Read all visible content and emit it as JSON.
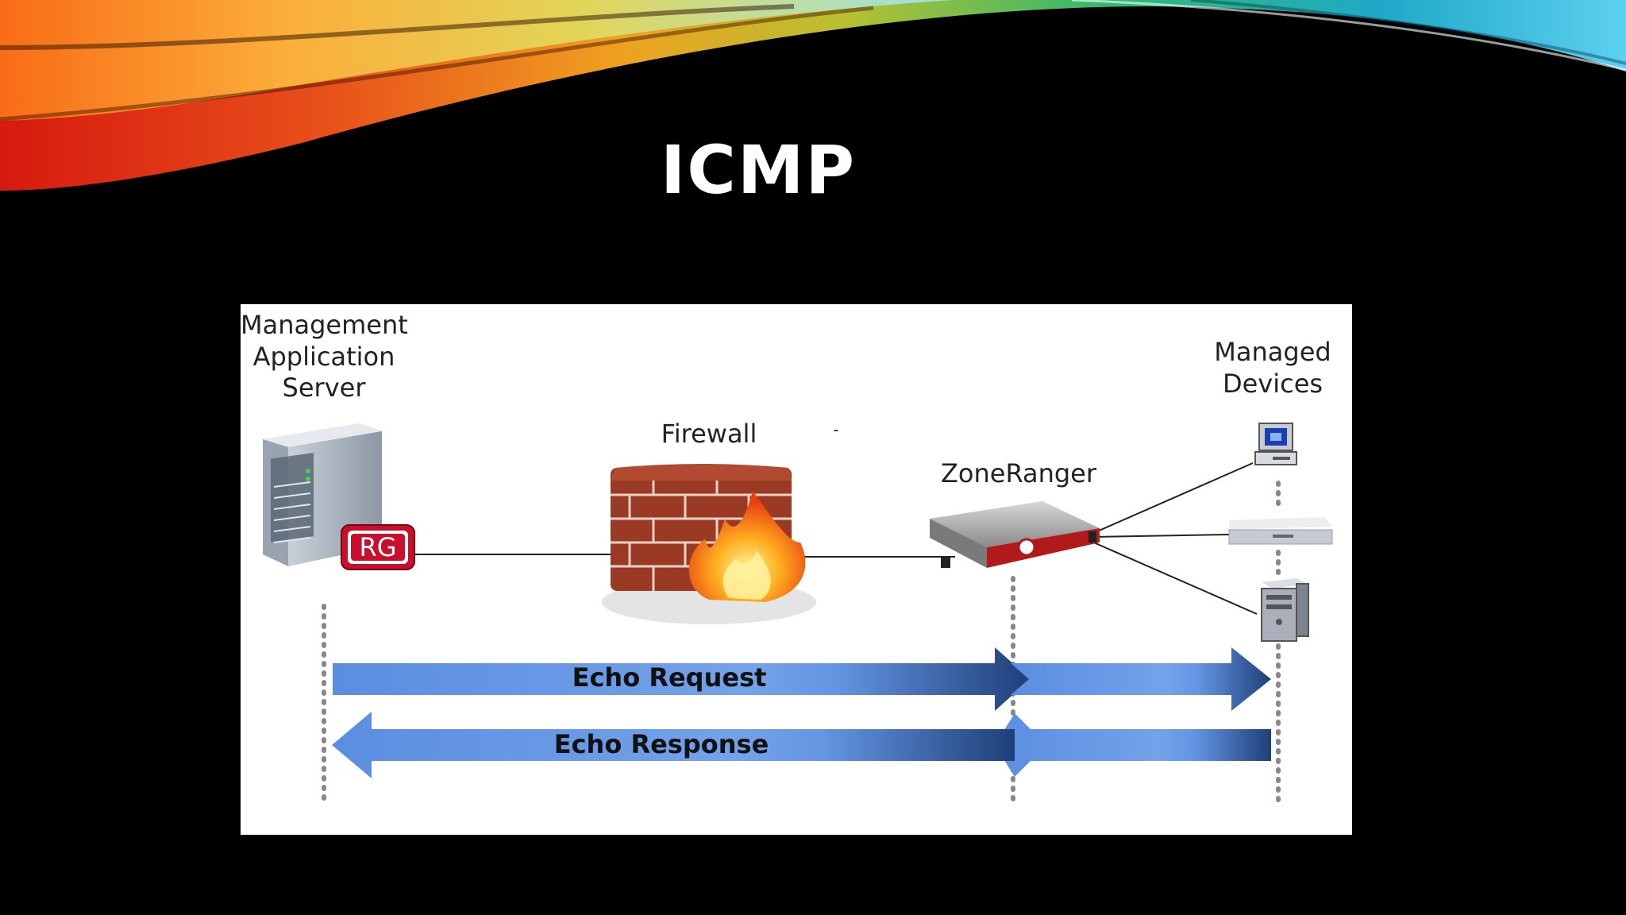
{
  "slide": {
    "title": "ICMP"
  },
  "diagram": {
    "nodes": {
      "server": {
        "label_lines": [
          "Management",
          "Application",
          "Server"
        ],
        "badge": "RG"
      },
      "firewall": {
        "label": "Firewall",
        "stray_mark": "-"
      },
      "zoneranger": {
        "label": "ZoneRanger"
      },
      "managed_devices": {
        "label_lines": [
          "Managed",
          "Devices"
        ]
      }
    },
    "messages": [
      {
        "label": "Echo Request",
        "direction": "right"
      },
      {
        "label": "Echo Response",
        "direction": "left"
      }
    ],
    "colors": {
      "arrow_light": "#6f9ce8",
      "arrow_dark": "#1f3f79",
      "badge_red": "#c8102e",
      "brick": "#9a3a24"
    }
  }
}
